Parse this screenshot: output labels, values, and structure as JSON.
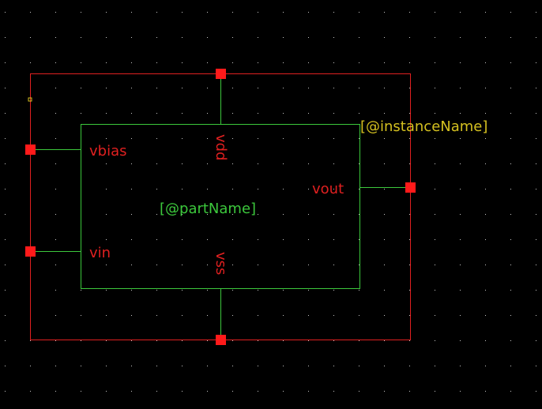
{
  "window": {
    "background": "#000000"
  },
  "symbol": {
    "bounding_box_color": "#e02020",
    "body_color": "#3cc83c",
    "pin_color": "#ff1a1a",
    "label_color": "#e02020",
    "annotation_color": "#d4c020",
    "name_color": "#3cc83c",
    "grid_dot_color": "#c8c8c8"
  },
  "pins": {
    "vbias": "vbias",
    "vin": "vin",
    "vdd": "vdd",
    "vss": "vss",
    "vout": "vout"
  },
  "labels": {
    "instance_name": "[@instanceName]",
    "part_name": "[@partName]"
  }
}
